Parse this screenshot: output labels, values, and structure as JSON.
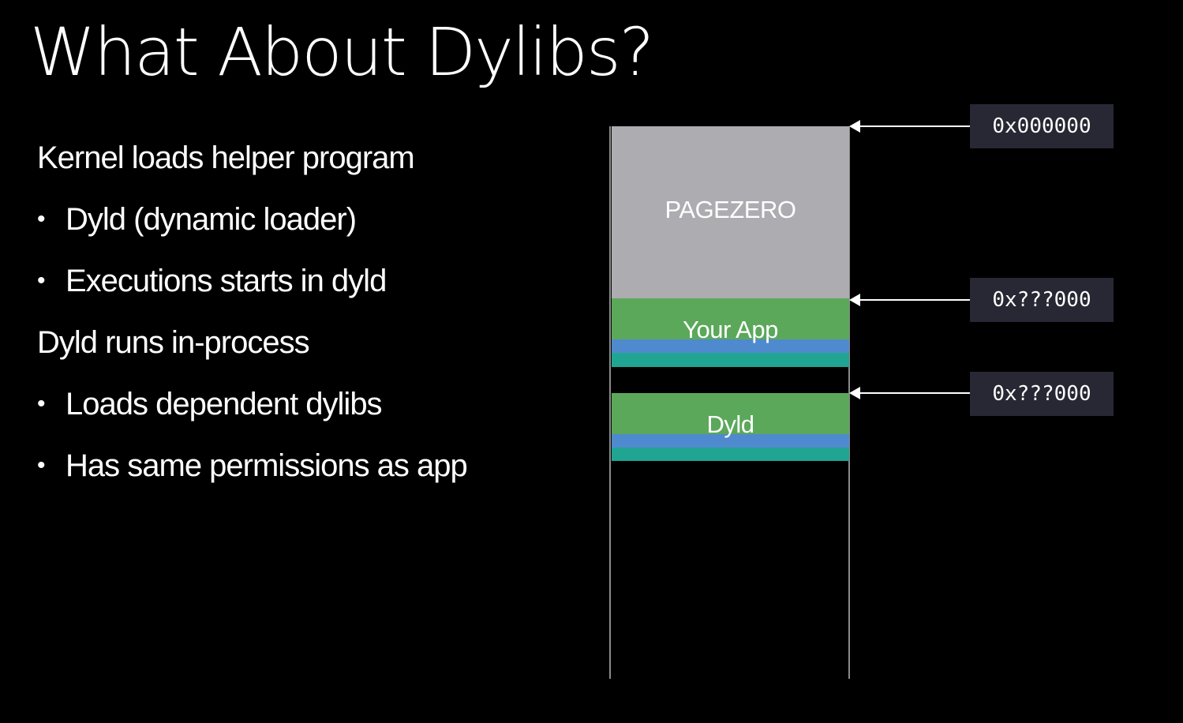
{
  "slide": {
    "title": "What About Dylibs?",
    "bullets": [
      {
        "level": 0,
        "text": "Kernel loads helper program"
      },
      {
        "level": 1,
        "text": "Dyld (dynamic loader)"
      },
      {
        "level": 1,
        "text": "Executions starts in dyld"
      },
      {
        "level": 0,
        "text": "Dyld runs in-process"
      },
      {
        "level": 1,
        "text": "Loads dependent dylibs"
      },
      {
        "level": 1,
        "text": "Has same permissions as app"
      }
    ],
    "bullet_glyph": "•"
  },
  "diagram": {
    "segments": [
      {
        "label": "PAGEZERO",
        "color": "#ADACB1"
      },
      {
        "label": "Your App",
        "colors": [
          "#5BA85A",
          "#4F8ACF",
          "#21A593"
        ]
      },
      {
        "label": "Dyld",
        "colors": [
          "#5BA85A",
          "#4F8ACF",
          "#21A593"
        ]
      }
    ],
    "addresses": [
      {
        "label": "0x000000",
        "points_to": "PAGEZERO"
      },
      {
        "label": "0x???000",
        "points_to": "Your App"
      },
      {
        "label": "0x???000",
        "points_to": "Dyld"
      }
    ],
    "arrow_icon": "arrow-left-icon",
    "line_color": "#8A8A8A",
    "address_box_color": "#272833"
  }
}
